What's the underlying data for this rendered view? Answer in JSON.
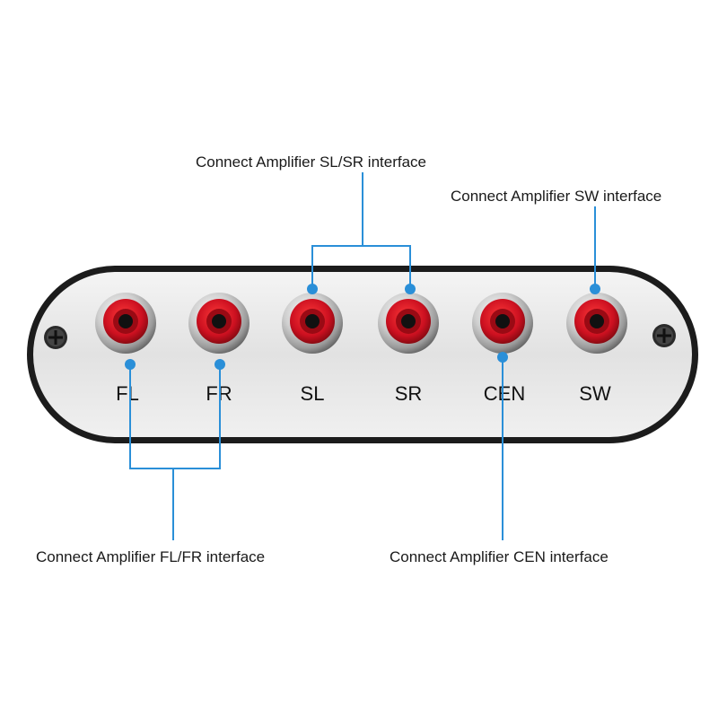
{
  "callouts": {
    "sl_sr": "Connect Amplifier SL/SR interface",
    "sw": "Connect Amplifier SW interface",
    "fl_fr": "Connect Amplifier FL/FR interface",
    "cen": "Connect Amplifier CEN interface"
  },
  "ports": [
    {
      "id": "fl",
      "label": "FL"
    },
    {
      "id": "fr",
      "label": "FR"
    },
    {
      "id": "sl",
      "label": "SL"
    },
    {
      "id": "sr",
      "label": "SR"
    },
    {
      "id": "cen",
      "label": "CEN"
    },
    {
      "id": "sw",
      "label": "SW"
    }
  ],
  "colors": {
    "leader_line": "#2a8fd8",
    "jack_red": "#cc1020",
    "panel_silver": "#e4e4e4",
    "bezel": "#1c1c1c"
  }
}
